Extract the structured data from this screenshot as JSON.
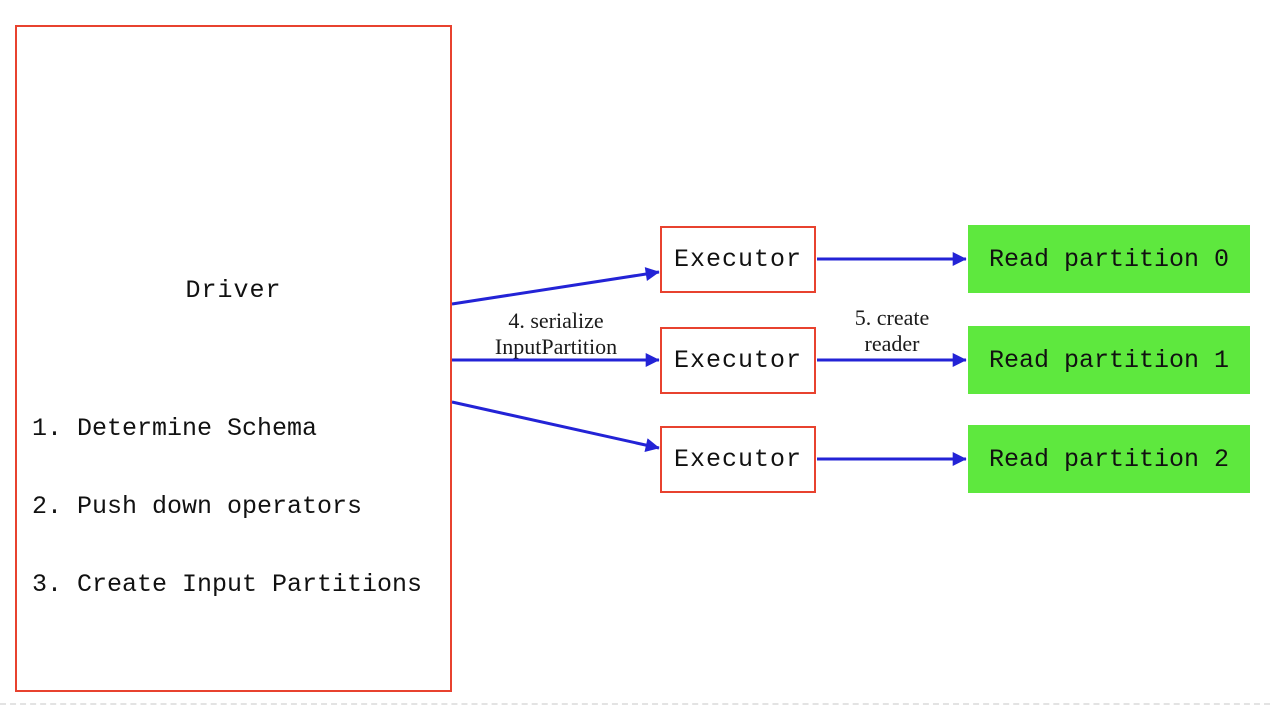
{
  "diagram": {
    "driver": {
      "title": "Driver",
      "steps": {
        "step1": "1. Determine Schema",
        "step2": "2. Push down operators",
        "step3": "3. Create Input Partitions"
      }
    },
    "executors": [
      {
        "label": "Executor"
      },
      {
        "label": "Executor"
      },
      {
        "label": "Executor"
      }
    ],
    "partitions": [
      {
        "label": "Read partition 0"
      },
      {
        "label": "Read partition 1"
      },
      {
        "label": "Read partition 2"
      }
    ],
    "edge_labels": {
      "serialize": {
        "line1": "4. serialize",
        "line2": "InputPartition"
      },
      "create_reader": {
        "line1": "5. create",
        "line2": "reader"
      }
    },
    "colors": {
      "box_border_red": "#e8422f",
      "arrow_blue": "#2323d6",
      "partition_green": "#5ee83e",
      "text_black": "#111111"
    }
  }
}
